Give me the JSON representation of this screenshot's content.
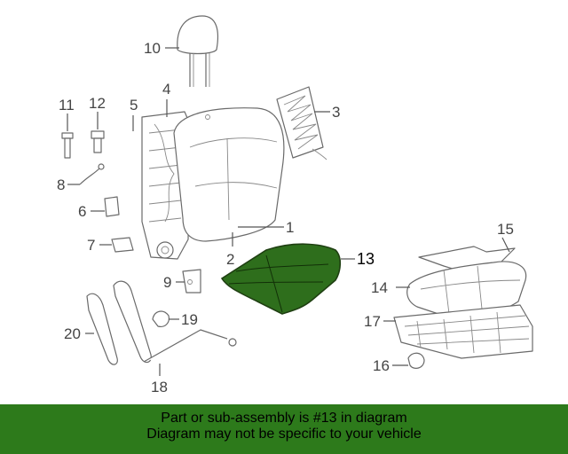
{
  "labels": {
    "p1": "1",
    "p2": "2",
    "p3": "3",
    "p4": "4",
    "p5": "5",
    "p6": "6",
    "p7": "7",
    "p8": "8",
    "p9": "9",
    "p10": "10",
    "p11": "11",
    "p12": "12",
    "p13": "13",
    "p14": "14",
    "p15": "15",
    "p16": "16",
    "p17": "17",
    "p18": "18",
    "p19": "19",
    "p20": "20"
  },
  "highlighted_part": "13",
  "colors": {
    "highlight": "#2e6e1c",
    "banner": "#2d7a1b"
  },
  "banner": {
    "line1": "Part or sub-assembly is #13 in diagram",
    "line2": "Diagram may not be specific to your vehicle"
  }
}
